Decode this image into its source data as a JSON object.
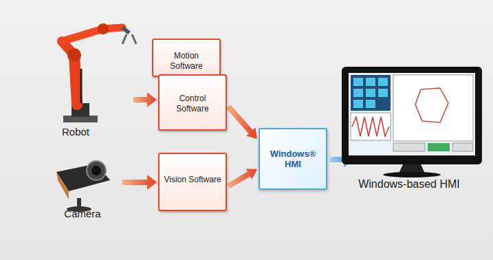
{
  "diagram": {
    "nodes": [
      {
        "text": [
          "Motion Software"
        ]
      },
      {
        "text": [
          "Control Software"
        ]
      },
      {
        "text": [
          "Vision Software"
        ]
      },
      {
        "text": [
          "Windows® HMI"
        ]
      }
    ],
    "edges": [
      {
        "from": 1,
        "to": 3,
        "arrow": "to"
      },
      {
        "from": 2,
        "to": 3,
        "arrow": "to"
      }
    ],
    "labels": [
      "Robot",
      "Camera",
      "Windows-based HMI"
    ]
  }
}
